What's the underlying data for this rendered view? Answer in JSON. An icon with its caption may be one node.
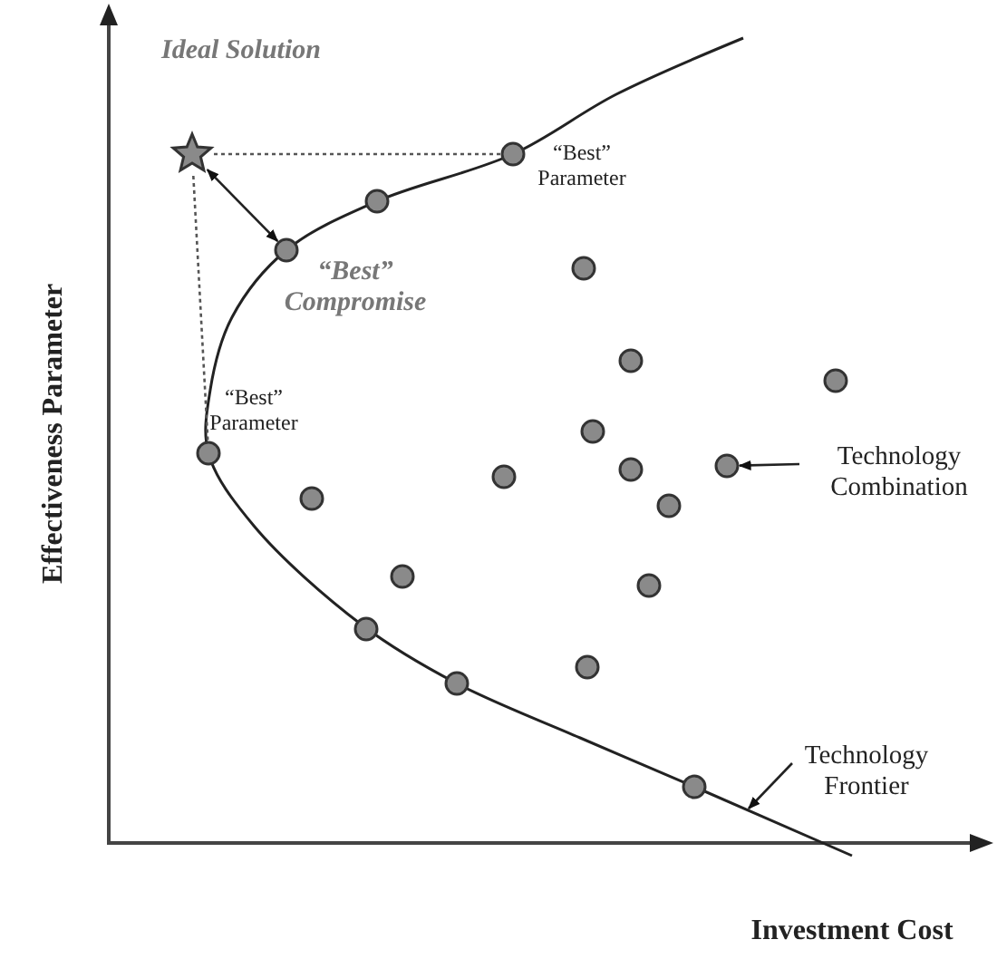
{
  "diagram": {
    "nodes": [
      {
        "text": [],
        "shape": "star",
        "beside": [
          "Ideal Solution"
        ]
      },
      {
        "text": [],
        "shape": "circle",
        "beside": [
          "“Best” Parameter"
        ]
      },
      {
        "text": [],
        "shape": "circle",
        "beside": [
          "“Best” Compromise"
        ]
      },
      {
        "text": [],
        "shape": "circle",
        "beside": [
          "“Best” Parameter"
        ]
      },
      {
        "text": [
          "Technology Combination"
        ]
      },
      {
        "text": [],
        "shape": "circle"
      },
      {
        "text": [
          "Technology Frontier"
        ]
      },
      {
        "text": [],
        "shape": "circle"
      },
      {
        "text": [],
        "shape": "circle"
      },
      {
        "text": [],
        "shape": "circle"
      },
      {
        "text": [],
        "shape": "circle"
      },
      {
        "text": [],
        "shape": "circle"
      },
      {
        "text": [],
        "shape": "circle"
      },
      {
        "text": [],
        "shape": "circle"
      },
      {
        "text": [],
        "shape": "circle"
      },
      {
        "text": [],
        "shape": "circle"
      },
      {
        "text": [],
        "shape": "circle"
      },
      {
        "text": [],
        "shape": "circle"
      },
      {
        "text": [],
        "shape": "circle"
      },
      {
        "text": [],
        "shape": "circle"
      },
      {
        "text": [],
        "shape": "circle"
      },
      {
        "text": [],
        "shape": "circle"
      }
    ],
    "edges": [
      {
        "from": 0,
        "to": 1,
        "arrow": "none",
        "style": "dashed"
      },
      {
        "from": 0,
        "to": 2,
        "arrow": "both"
      },
      {
        "from": 0,
        "to": 3,
        "arrow": "none",
        "style": "dashed"
      },
      {
        "from": 4,
        "to": 5,
        "arrow": "to"
      },
      {
        "from": 6,
        "to": null,
        "arrow": "to"
      }
    ],
    "labels": [
      "Effectiveness Parameter",
      "Investment Cost"
    ]
  }
}
